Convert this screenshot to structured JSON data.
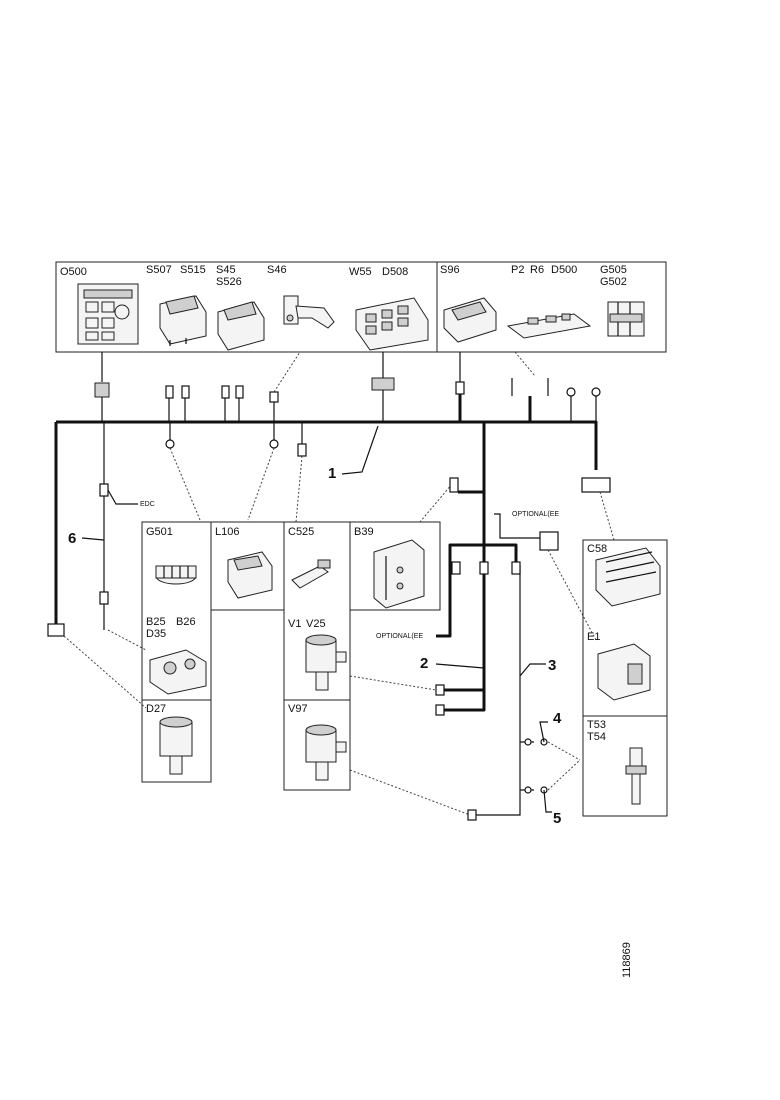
{
  "top_panel": {
    "labels": [
      "O500",
      "S507",
      "S515",
      "S45",
      "S526",
      "S46",
      "W55",
      "D508",
      "S96",
      "P2",
      "R6",
      "D500",
      "G505",
      "G502"
    ]
  },
  "lower_panel": {
    "labels": [
      "G501",
      "L106",
      "C525",
      "B39",
      "B25",
      "B26",
      "D35",
      "V1",
      "V25",
      "D27",
      "V97",
      "C58",
      "E1",
      "T53",
      "T54"
    ]
  },
  "callouts": [
    "1",
    "2",
    "3",
    "4",
    "5",
    "6"
  ],
  "wire_labels": {
    "edc": "EDC",
    "optional_1": "OPTIONAL(EE",
    "optional_2": "OPTIONAL(EE"
  },
  "figure_ref": "118869"
}
